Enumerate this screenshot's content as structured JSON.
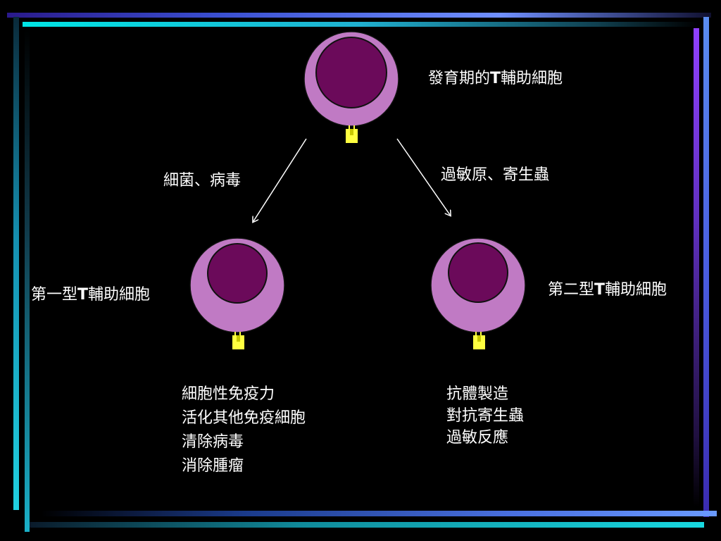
{
  "labels": {
    "developing": "發育期的T輔助細胞",
    "th1": "第一型T輔助細胞",
    "th2": "第二型T輔助細胞",
    "left_arrow": "細菌、病毒",
    "right_arrow": "過敏原、寄生蟲"
  },
  "th1_functions": [
    "細胞性免疫力",
    "活化其他免疫細胞",
    "清除病毒",
    "消除腫瘤"
  ],
  "th2_functions": [
    "抗體製造",
    "對抗寄生蟲",
    "過敏反應"
  ],
  "colors": {
    "cell_outer": "#c07ac4",
    "cell_nucleus": "#6b0a5a",
    "receptor": "#ffff40",
    "background": "#000000"
  }
}
